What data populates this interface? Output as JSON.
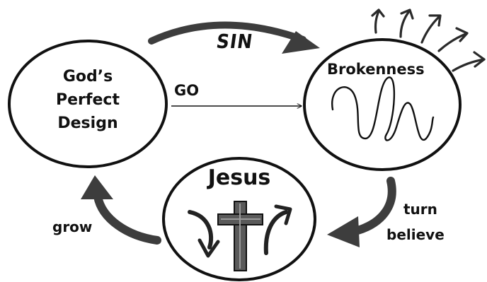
{
  "colors": {
    "ink": "#111111",
    "arrow_gray": "#3d3d3d",
    "background": "#ffffff"
  },
  "nodes": {
    "design": {
      "label": "God’s\nPerfect\nDesign"
    },
    "brokenness": {
      "label": "Brokenness"
    },
    "jesus": {
      "label": "Jesus"
    }
  },
  "arrows": {
    "sin": {
      "label": "SIN"
    },
    "go": {
      "label": "GO"
    },
    "turn": {
      "label": "turn"
    },
    "believe": {
      "label": "believe"
    },
    "grow": {
      "label": "grow"
    }
  },
  "icons": [
    "cross-icon",
    "curved-arrow-down-icon",
    "curved-arrow-up-icon",
    "burst-arrow-icon",
    "scribble-icon"
  ]
}
